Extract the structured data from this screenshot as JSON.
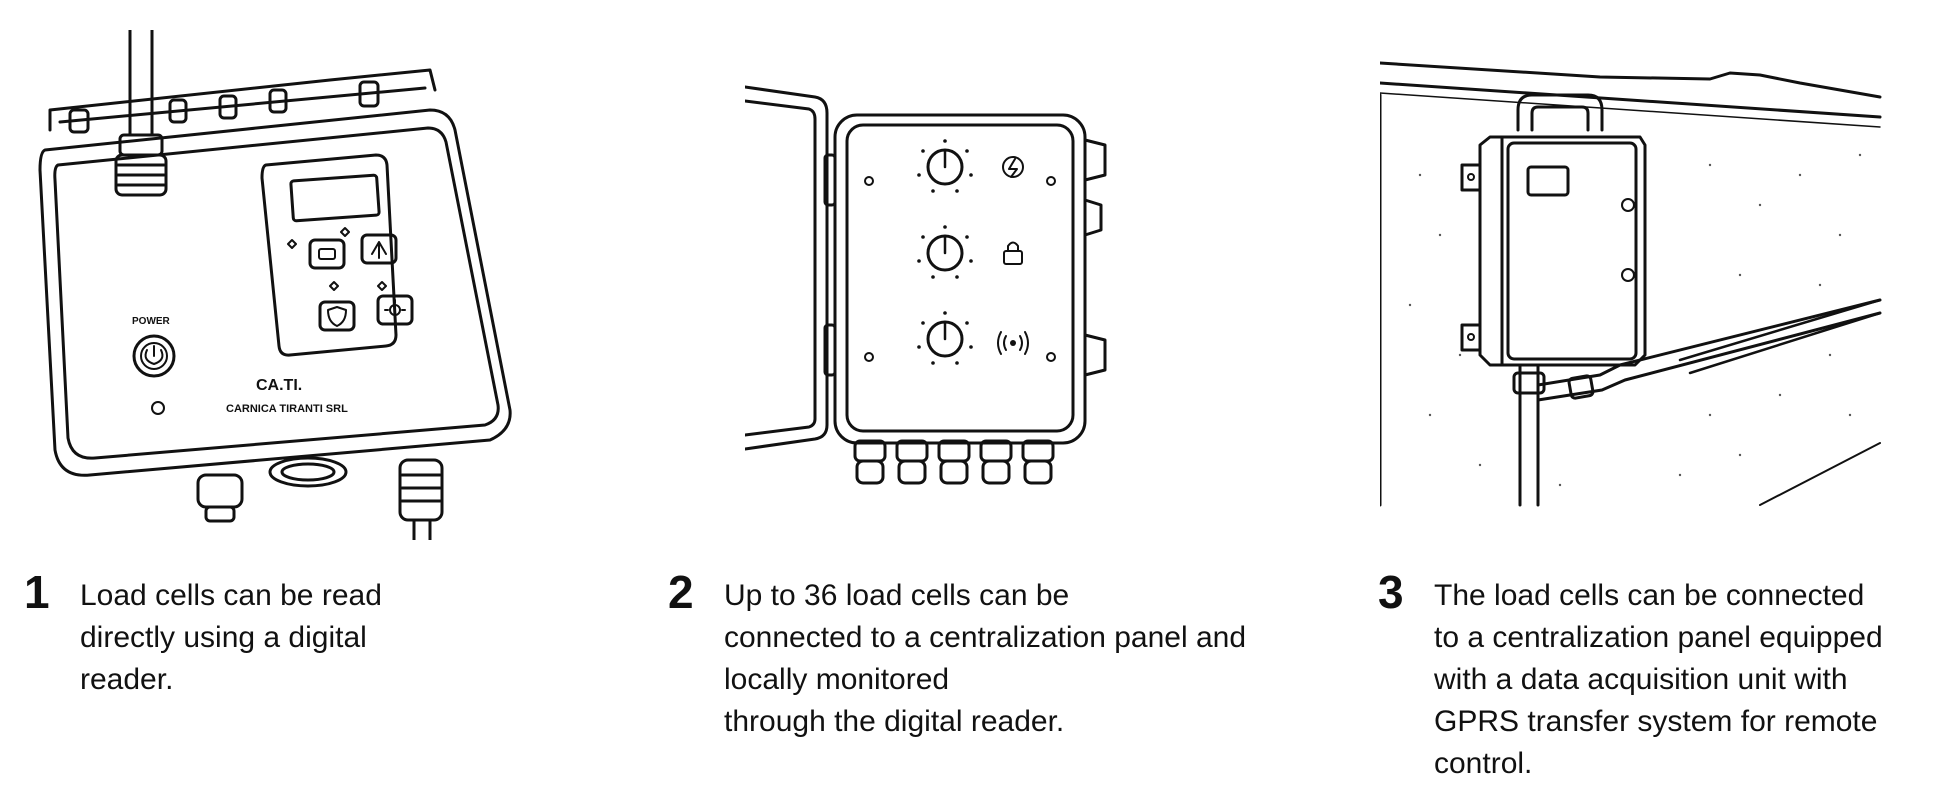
{
  "steps": [
    {
      "number": "1",
      "text": "Load cells can be read\ndirectly using a digital\nreader.",
      "device_labels": {
        "power": "POWER",
        "brand": "CA.TI.",
        "company": "CARNICA TIRANTI SRL"
      }
    },
    {
      "number": "2",
      "text": "Up to 36 load cells can be\nconnected to a centralization panel and\nlocally monitored\nthrough the digital reader."
    },
    {
      "number": "3",
      "text": "The load cells can be connected\nto a centralization panel equipped\nwith a data acquisition unit with\nGPRS transfer system for remote\ncontrol."
    }
  ],
  "icons": [
    "power-button-icon",
    "battery-icon",
    "upload-icon",
    "shield-icon",
    "gear-icon",
    "lightning-icon",
    "lock-icon",
    "wireless-icon",
    "knob-icon"
  ]
}
